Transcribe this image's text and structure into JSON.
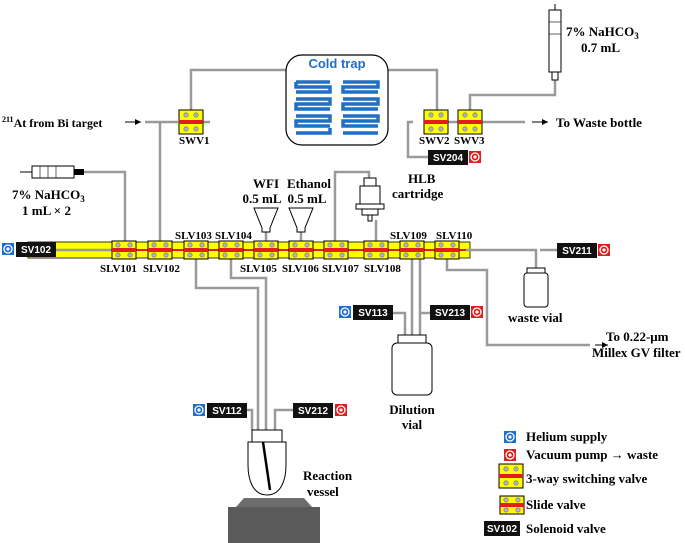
{
  "colors": {
    "helium": "#1e6fd0",
    "vacuum": "#e11d1d",
    "valve_yellow": "#ffff00",
    "valve_red": "#e11d1d",
    "tube_grey": "#9a9a9a",
    "cold_trap_blue": "#1f6fc5",
    "base_grey": "#5a5a5a"
  },
  "labels": {
    "source_pre": "211",
    "source": "At from Bi target",
    "nahco3_top_1": "7% NaHCO",
    "nahco3_top_sub": "3",
    "nahco3_top_2": "0.7 mL",
    "nahco3_left_1": "7% NaHCO",
    "nahco3_left_sub": "3",
    "nahco3_left_2": "1 mL × 2",
    "cold_trap": "Cold trap",
    "to_waste": "To Waste bottle",
    "wfi_1": "WFI",
    "wfi_2": "0.5 mL",
    "ethanol_1": "Ethanol",
    "ethanol_2": "0.5 mL",
    "hlb_1": "HLB",
    "hlb_2": "cartridge",
    "waste_vial": "waste vial",
    "to_filter_1": "To 0.22-μm",
    "to_filter_2": "Millex GV filter",
    "dilution_1": "Dilution",
    "dilution_2": "vial",
    "reaction_1": "Reaction",
    "reaction_2": "vessel"
  },
  "valves": {
    "swv1": "SWV1",
    "swv2": "SWV2",
    "swv3": "SWV3",
    "slv101": "SLV101",
    "slv102": "SLV102",
    "slv103": "SLV103",
    "slv104": "SLV104",
    "slv105": "SLV105",
    "slv106": "SLV106",
    "slv107": "SLV107",
    "slv108": "SLV108",
    "slv109": "SLV109",
    "slv110": "SLV110"
  },
  "solenoids": {
    "sv102": "SV102",
    "sv204": "SV204",
    "sv211": "SV211",
    "sv113": "SV113",
    "sv213": "SV213",
    "sv112": "SV112",
    "sv212": "SV212"
  },
  "legend": {
    "helium": "Helium supply",
    "vacuum": "Vacuum pump → waste",
    "switching": "3-way switching valve",
    "slide": "Slide valve",
    "solenoid_tag": "SV102",
    "solenoid": "Solenoid valve"
  }
}
